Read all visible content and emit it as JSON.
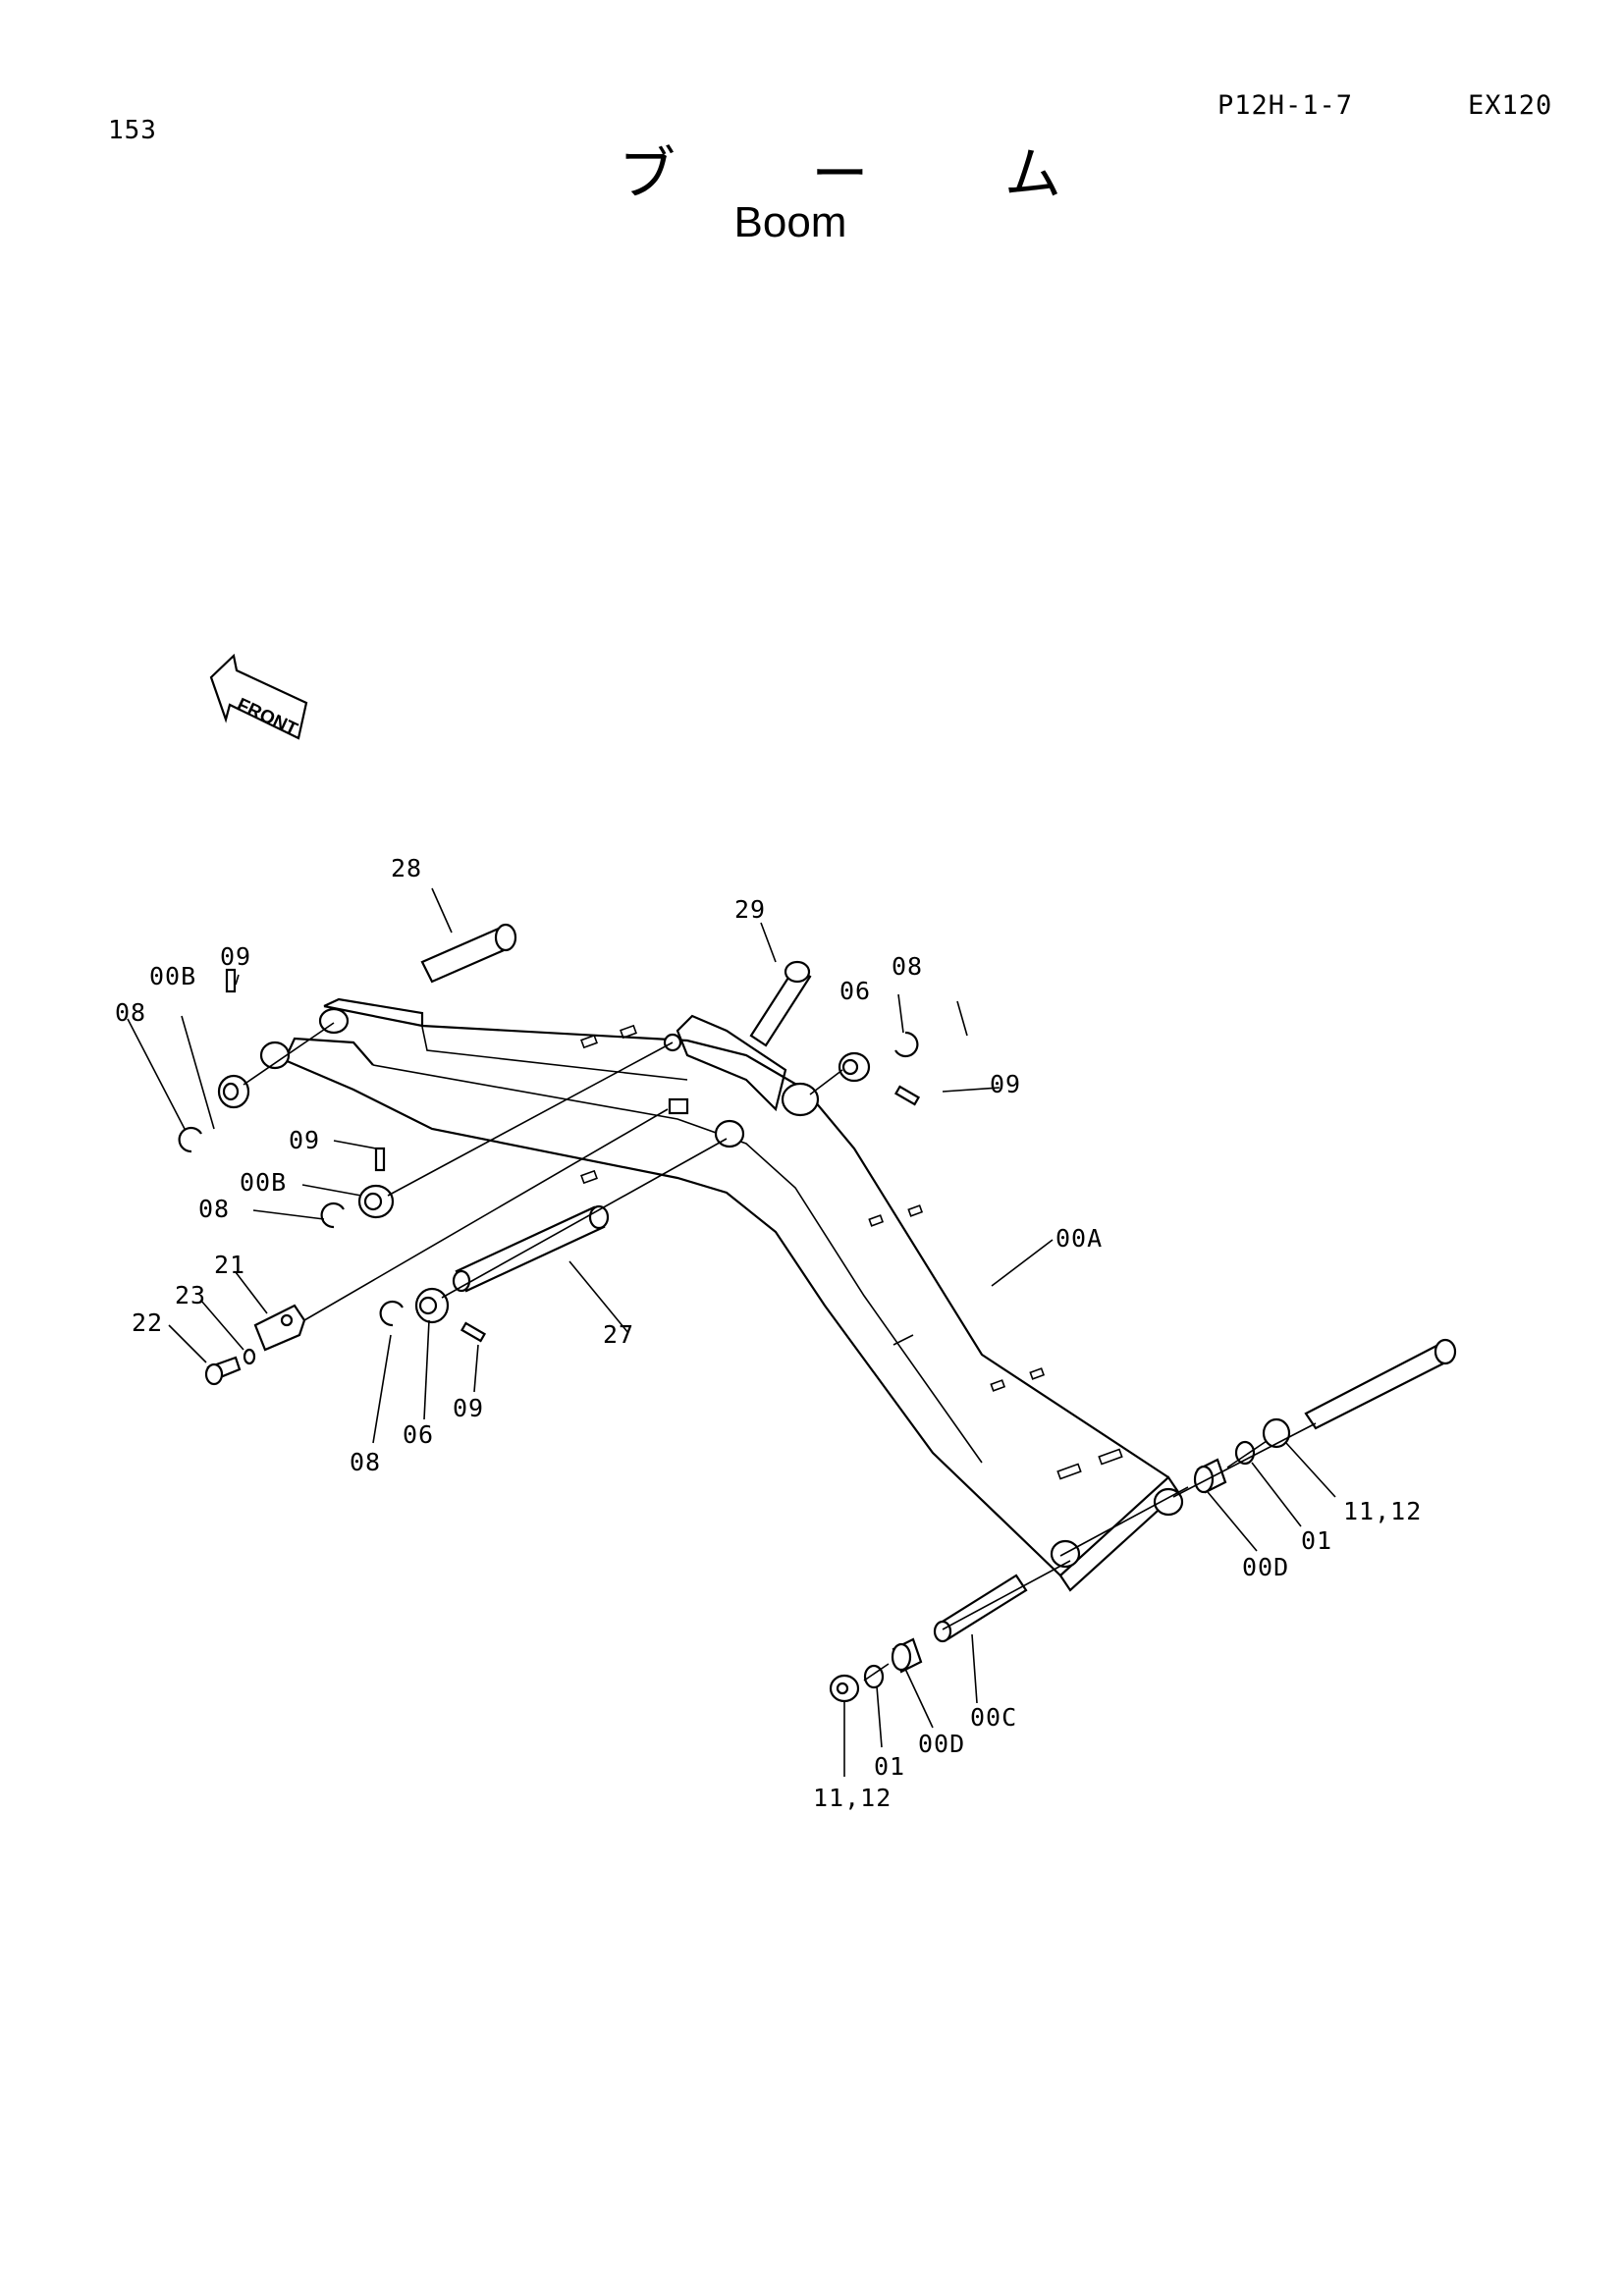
{
  "header": {
    "page_number": "153",
    "doc_code": "P12H-1-7",
    "model": "EX120"
  },
  "title": {
    "japanese": "ブ ー ム",
    "english": "Boom"
  },
  "orientation": {
    "arrow_label": "FRONT"
  },
  "parts": {
    "p28": "28",
    "p29": "29",
    "p00B_top": "00B",
    "p09_top_left": "09",
    "p08_top_left": "08",
    "p06_top_right": "06",
    "p08_top_right": "08",
    "p09_top_right": "09",
    "p09_mid": "09",
    "p00B_mid": "00B",
    "p08_mid": "08",
    "p00A": "00A",
    "p21": "21",
    "p23": "23",
    "p22": "22",
    "p27": "27",
    "p09_low": "09",
    "p06_low": "06",
    "p08_low": "08",
    "p11_12_right": "11,12",
    "p01_right": "01",
    "p00D_right": "00D",
    "p00C": "00C",
    "p00D_bottom": "00D",
    "p01_bottom": "01",
    "p11_12_bottom": "11,12"
  }
}
